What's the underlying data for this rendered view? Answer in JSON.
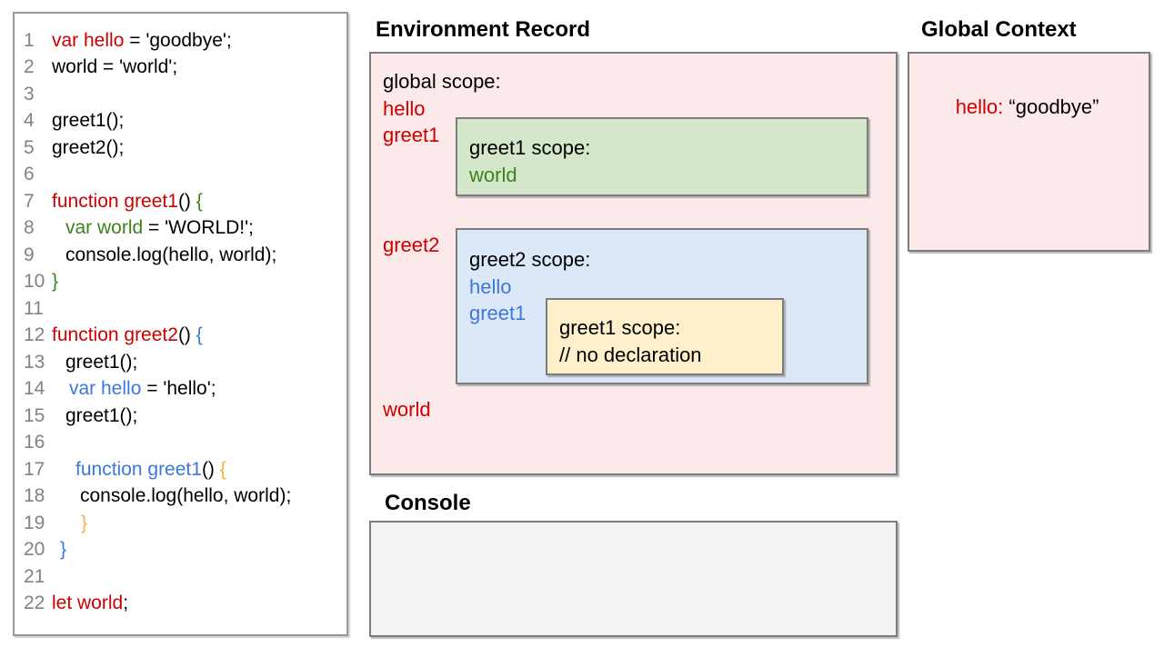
{
  "colors": {
    "red": "#cc0000",
    "green": "#3c831f",
    "blue": "#3c78d8",
    "yellow": "#f1b245",
    "black": "#000000",
    "line_number_gray": "#828282",
    "pink_bg": "#fce9e9",
    "green_bg": "#d4e7ca",
    "blue_bg": "#dce8f8",
    "yellow_bg": "#fff0cb",
    "console_bg": "#f2f2f2"
  },
  "code": {
    "lines": [
      {
        "n": "1",
        "indent": 0,
        "segs": [
          {
            "t": "var hello",
            "c": "red"
          },
          {
            "t": " = 'goodbye';",
            "c": "black"
          }
        ]
      },
      {
        "n": "2",
        "indent": 0,
        "segs": [
          {
            "t": "world = 'world';",
            "c": "black"
          }
        ]
      },
      {
        "n": "3",
        "indent": 0,
        "segs": []
      },
      {
        "n": "4",
        "indent": 0,
        "segs": [
          {
            "t": "greet1();",
            "c": "black"
          }
        ]
      },
      {
        "n": "5",
        "indent": 0,
        "segs": [
          {
            "t": "greet2();",
            "c": "black"
          }
        ]
      },
      {
        "n": "6",
        "indent": 0,
        "segs": []
      },
      {
        "n": "7",
        "indent": 0,
        "segs": [
          {
            "t": "function greet1",
            "c": "red"
          },
          {
            "t": "() ",
            "c": "black"
          },
          {
            "t": "{",
            "c": "green"
          }
        ]
      },
      {
        "n": "8",
        "indent": 15,
        "segs": [
          {
            "t": "var world",
            "c": "green"
          },
          {
            "t": " = 'WORLD!';",
            "c": "black"
          }
        ]
      },
      {
        "n": "9",
        "indent": 15,
        "segs": [
          {
            "t": "console.log(hello, world);",
            "c": "black"
          }
        ]
      },
      {
        "n": "10",
        "indent": 0,
        "segs": [
          {
            "t": "}",
            "c": "green"
          }
        ]
      },
      {
        "n": "11",
        "indent": 0,
        "segs": []
      },
      {
        "n": "12",
        "indent": 0,
        "segs": [
          {
            "t": "function greet2",
            "c": "red"
          },
          {
            "t": "() ",
            "c": "black"
          },
          {
            "t": "{",
            "c": "blue"
          }
        ]
      },
      {
        "n": "13",
        "indent": 15,
        "segs": [
          {
            "t": "greet1();",
            "c": "black"
          }
        ]
      },
      {
        "n": "14",
        "indent": 19,
        "segs": [
          {
            "t": "var hello",
            "c": "blue"
          },
          {
            "t": " = 'hello';",
            "c": "black"
          }
        ]
      },
      {
        "n": "15",
        "indent": 15,
        "segs": [
          {
            "t": "greet1();",
            "c": "black"
          }
        ]
      },
      {
        "n": "16",
        "indent": 0,
        "segs": []
      },
      {
        "n": "17",
        "indent": 26,
        "segs": [
          {
            "t": "function greet1",
            "c": "blue"
          },
          {
            "t": "() ",
            "c": "black"
          },
          {
            "t": "{",
            "c": "yellow"
          }
        ]
      },
      {
        "n": "18",
        "indent": 31,
        "segs": [
          {
            "t": "console.log(hello, world);",
            "c": "black"
          }
        ]
      },
      {
        "n": "19",
        "indent": 32,
        "segs": [
          {
            "t": "}",
            "c": "yellow"
          }
        ]
      },
      {
        "n": "20",
        "indent": 9,
        "segs": [
          {
            "t": "}",
            "c": "blue"
          }
        ]
      },
      {
        "n": "21",
        "indent": 0,
        "segs": []
      },
      {
        "n": "22",
        "indent": 0,
        "segs": [
          {
            "t": "let world",
            "c": "red"
          },
          {
            "t": ";",
            "c": "black"
          }
        ]
      }
    ]
  },
  "environment_record": {
    "title": "Environment Record",
    "global_scope_label": "global scope:",
    "var_hello": "hello",
    "var_greet1": "greet1",
    "var_greet2": "greet2",
    "var_world": "world",
    "greet1_scope": {
      "label": "greet1 scope:",
      "var_world": "world"
    },
    "greet2_scope": {
      "label": "greet2 scope:",
      "var_hello": "hello",
      "var_greet1": "greet1",
      "inner_greet1_scope": {
        "label": "greet1 scope:",
        "comment": "// no declaration"
      }
    }
  },
  "global_context": {
    "title": "Global Context",
    "key": "hello:",
    "value": "“goodbye”"
  },
  "console": {
    "title": "Console"
  }
}
